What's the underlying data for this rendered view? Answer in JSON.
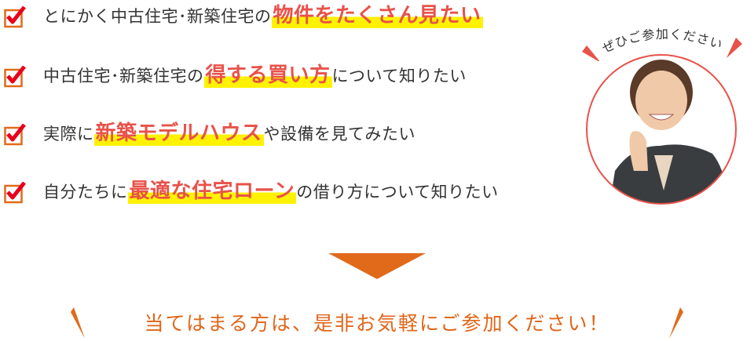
{
  "checklist": [
    {
      "pre": "とにかく中古住宅･新築住宅の",
      "highlight": "物件をたくさん見たい",
      "post": ""
    },
    {
      "pre": "中古住宅･新築住宅の",
      "highlight": "得する買い方",
      "post": "について知りたい"
    },
    {
      "pre": "実際に",
      "highlight": "新築モデルハウス",
      "post": "や設備を見てみたい"
    },
    {
      "pre": "自分たちに",
      "highlight": "最適な住宅ローン",
      "post": "の借り方について知りたい"
    }
  ],
  "photo_caption": "ぜひご参加ください",
  "cta": "当てはまる方は、是非お気軽にご参加ください！",
  "colors": {
    "check": "#e8001c",
    "box": "#e06a1a",
    "highlight_text": "#e8524a",
    "marker": "#fff200",
    "cta": "#e0661a"
  }
}
